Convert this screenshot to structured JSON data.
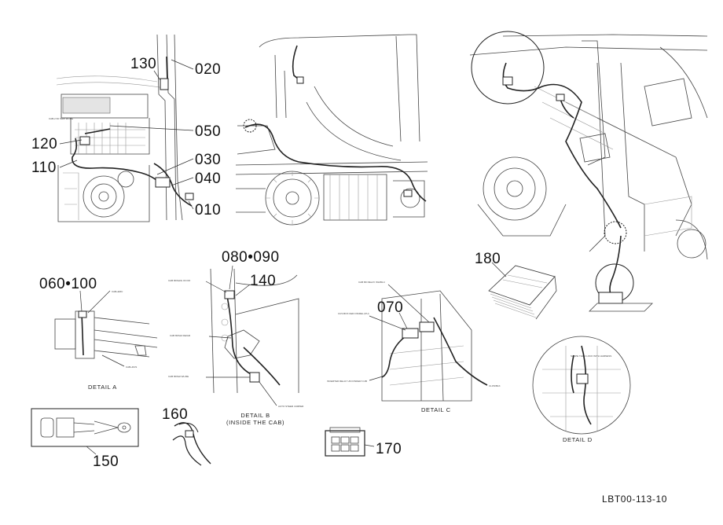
{
  "callouts": [
    {
      "id": "130",
      "text": "130"
    },
    {
      "id": "020",
      "text": "020"
    },
    {
      "id": "050",
      "text": "050"
    },
    {
      "id": "120",
      "text": "120"
    },
    {
      "id": "110",
      "text": "110"
    },
    {
      "id": "030",
      "text": "030"
    },
    {
      "id": "040",
      "text": "040"
    },
    {
      "id": "010",
      "text": "010"
    },
    {
      "id": "080-090",
      "text": "080•090"
    },
    {
      "id": "060-100",
      "text": "060•100"
    },
    {
      "id": "140",
      "text": "140"
    },
    {
      "id": "070",
      "text": "070"
    },
    {
      "id": "180",
      "text": "180"
    },
    {
      "id": "150",
      "text": "150"
    },
    {
      "id": "160",
      "text": "160"
    },
    {
      "id": "170",
      "text": "170"
    }
  ],
  "details": {
    "a": "DETAIL A",
    "b_line1": "DETAIL B",
    "b_line2": "(INSIDE THE CAB)",
    "c": "DETAIL C",
    "d": "DETAIL D"
  },
  "drawing_code": "LBT00-113-10"
}
